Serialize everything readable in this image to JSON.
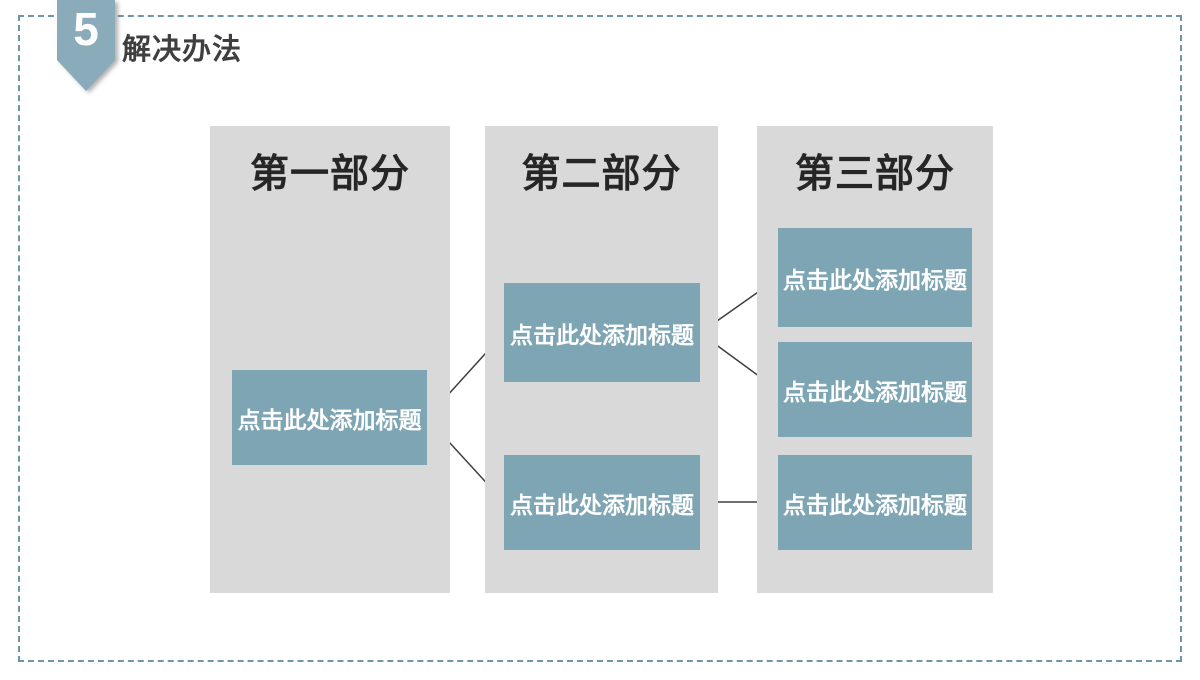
{
  "slide": {
    "badge_number": "5",
    "title": "解决办法"
  },
  "colors": {
    "accent_teal": "#7da5b3",
    "badge_teal": "#8aacba",
    "column_gray": "#d9d9d9",
    "dashed_border": "#6f96a6",
    "connector_line": "#3f3f3f",
    "header_text": "#262626",
    "box_text": "#ffffff"
  },
  "columns": [
    {
      "header": "第一部分",
      "boxes": [
        "点击此处添加标题"
      ]
    },
    {
      "header": "第二部分",
      "boxes": [
        "点击此处添加标题",
        "点击此处添加标题"
      ]
    },
    {
      "header": "第三部分",
      "boxes": [
        "点击此处添加标题",
        "点击此处添加标题",
        "点击此处添加标题"
      ]
    }
  ],
  "connections": [
    {
      "from": "part1-box1",
      "to": "part2-box1"
    },
    {
      "from": "part1-box1",
      "to": "part2-box2"
    },
    {
      "from": "part2-box1",
      "to": "part3-box1"
    },
    {
      "from": "part2-box1",
      "to": "part3-box2"
    },
    {
      "from": "part2-box2",
      "to": "part3-box3"
    }
  ]
}
